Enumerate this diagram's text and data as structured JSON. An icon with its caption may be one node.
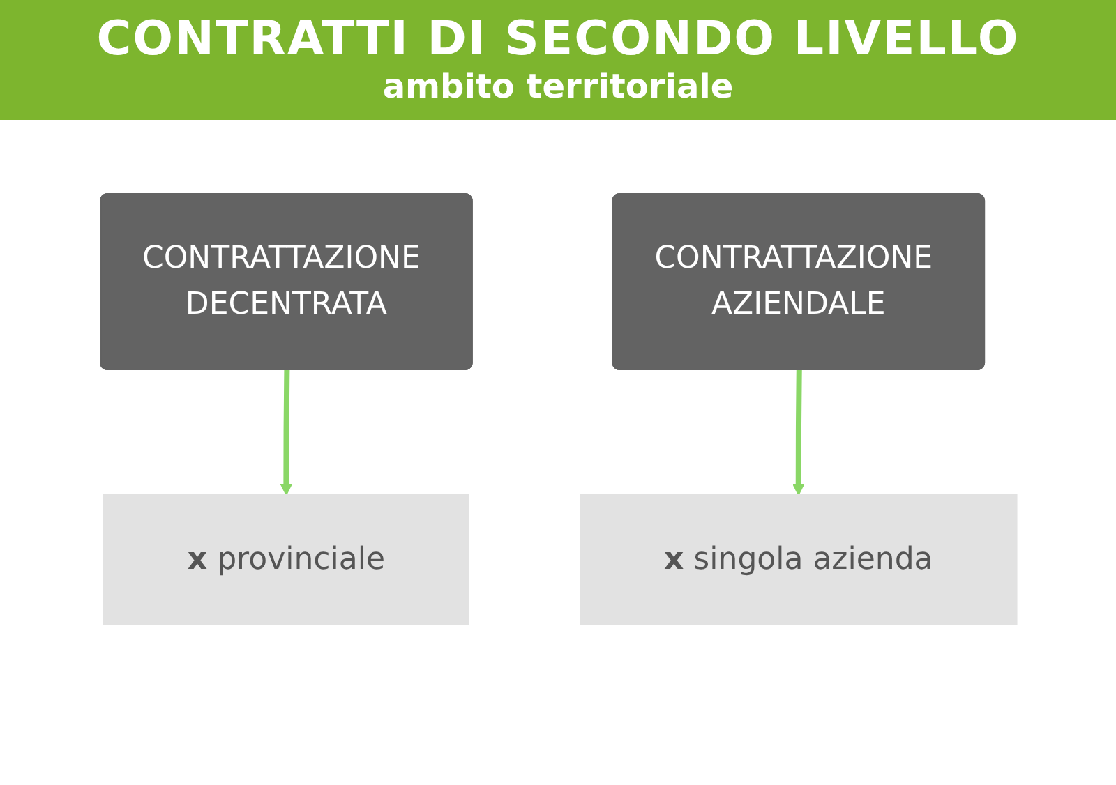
{
  "diagram": {
    "title": "CONTRATTI DI SECONDO LIVELLO",
    "nodes": [
      {
        "text": [
          "CONTRATTAZIONE DECENTRATA"
        ]
      },
      {
        "text": [
          "CONTRATTAZIONE AZIENDALE"
        ]
      },
      {
        "text": [
          "**x** provinciale"
        ]
      },
      {
        "text": [
          "**x** singola azienda"
        ]
      }
    ],
    "edges": [
      {
        "from": 0,
        "to": 2,
        "arrow": "to"
      },
      {
        "from": 1,
        "to": 3,
        "arrow": "to"
      }
    ],
    "labels": [
      "ambito territoriale"
    ]
  }
}
